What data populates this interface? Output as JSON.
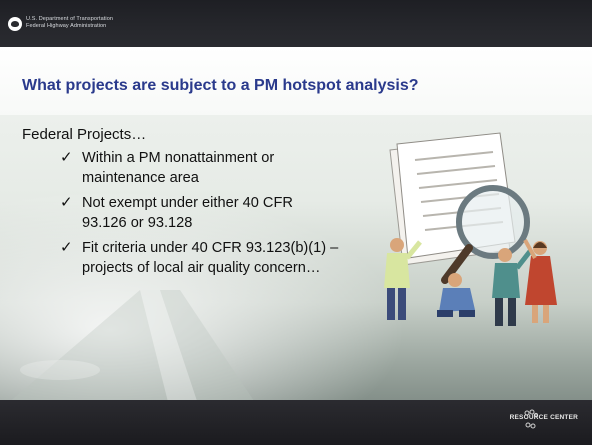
{
  "header": {
    "agency_line1": "U.S. Department of Transportation",
    "agency_line2": "Federal Highway Administration"
  },
  "slide": {
    "title": "What projects are subject to a PM hotspot analysis?",
    "lead": "Federal Projects…",
    "items": [
      {
        "check": "✓",
        "text": "Within a PM nonattainment or maintenance area"
      },
      {
        "check": "✓",
        "text": "Not exempt under either 40 CFR 93.126 or 93.128"
      },
      {
        "check": "✓",
        "text": "Fit criteria under 40 CFR 93.123(b)(1) – projects of local air quality concern…"
      }
    ]
  },
  "footer": {
    "logo_text": "RESOURCE CENTER"
  },
  "colors": {
    "title": "#2a3a8c",
    "bar": "#232428"
  },
  "icons": {
    "agency_logo": "dot-logo-icon",
    "illustration": "people-magnifying-document-illustration",
    "footer_logo": "resource-center-logo-icon"
  }
}
